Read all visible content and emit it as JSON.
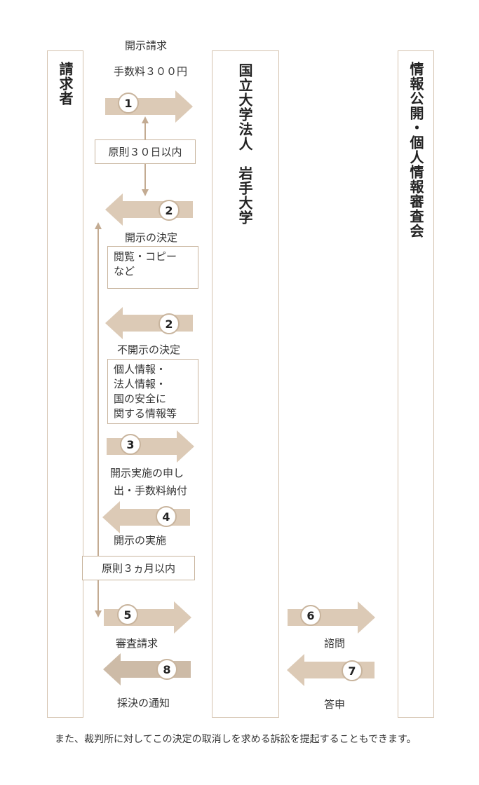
{
  "lanes": {
    "requester": "請求者",
    "university": "国立大学法人　岩手大学",
    "board": "情報公開・個人情報審査会"
  },
  "labels": {
    "request_top": "開示請求",
    "fee": "手数料３００円",
    "principle30": "原則３０日以内",
    "decision_disclose": "開示の決定",
    "decision_nondisclose": "不開示の決定",
    "apply_line1": "開示実施の申し",
    "apply_line2": "出・手数料納付",
    "implementation": "開示の実施",
    "principle3m": "原則３ヵ月以内",
    "review_request": "審査請求",
    "inquiry": "諮問",
    "ruling": "採決の通知",
    "report": "答申"
  },
  "boxes": {
    "view_copy": [
      "閲覧・コピー",
      "など"
    ],
    "nondisclose_reasons": [
      "個人情報・",
      "法人情報・",
      "国の安全に",
      "関する情報等"
    ]
  },
  "steps": [
    "1",
    "2",
    "2",
    "3",
    "4",
    "5",
    "6",
    "7",
    "8"
  ],
  "colors": {
    "arrow": "#dccab6",
    "arrow_dark": "#cdbba7",
    "border": "#c8b49d",
    "connector": "#c3ab92"
  },
  "footnote": "また、裁判所に対してこの決定の取消しを求める訴訟を提起することもできます。"
}
